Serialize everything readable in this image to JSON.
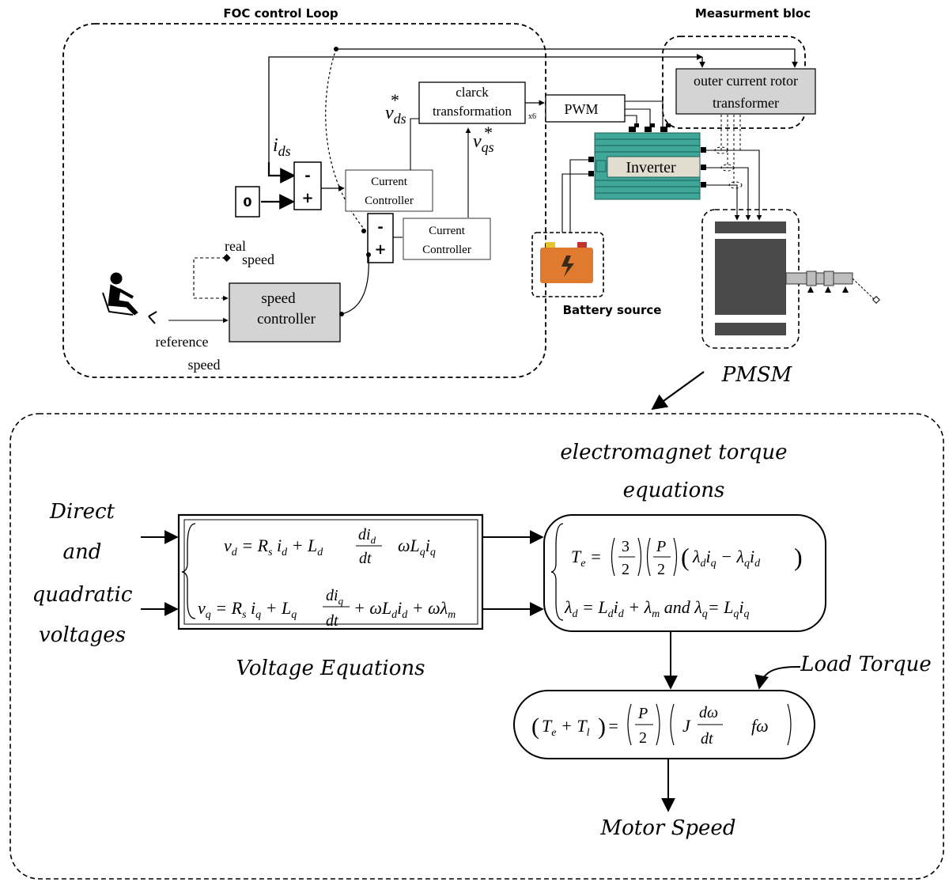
{
  "titles": {
    "foc_loop": "FOC control Loop",
    "measurement": "Measurment bloc",
    "battery": "Battery source",
    "pmsm": "PMSM"
  },
  "blocks": {
    "clarck_line1": "clarck",
    "clarck_line2": "transformation",
    "pwm": "PWM",
    "pwm_mux": "x6",
    "outer_line1": "outer current rotor",
    "outer_line2": "transformer",
    "inverter": "Inverter",
    "current_controller_1_l1": "Current",
    "current_controller_1_l2": "Controller",
    "current_controller_2_l1": "Current",
    "current_controller_2_l2": "Controller",
    "speed_line1": "speed",
    "speed_line2": "controller",
    "constant_zero": "0",
    "sum1_minus": "-",
    "sum1_plus": "+",
    "sum2_minus": "-",
    "sum2_plus": "+"
  },
  "signals": {
    "ids_i": "i",
    "ids_sub": "ds",
    "vds_v": "v",
    "vds_sub": "ds",
    "vds_star": "*",
    "vqs_v": "v",
    "vqs_sub": "qs",
    "vqs_star": "*",
    "real_speed_1": "real",
    "real_speed_2": "speed",
    "reference_speed_1": "reference",
    "reference_speed_2": "speed"
  },
  "equations": {
    "inputs_1": "Direct",
    "inputs_2": "and",
    "inputs_3": "quadratic",
    "inputs_4": "voltages",
    "voltage_title": "Voltage Equations",
    "torque_title_1": "electromagnet torque",
    "torque_title_2": "equations",
    "load_torque": "Load Torque",
    "motor_speed": "Motor Speed"
  },
  "colors": {
    "block_gray": "#d4d4d4",
    "inverter_teal": "#3fa79a",
    "inverter_face": "#e3ddd0",
    "battery_orange": "#e07a2e",
    "motor_dark": "#4a4a4a"
  }
}
